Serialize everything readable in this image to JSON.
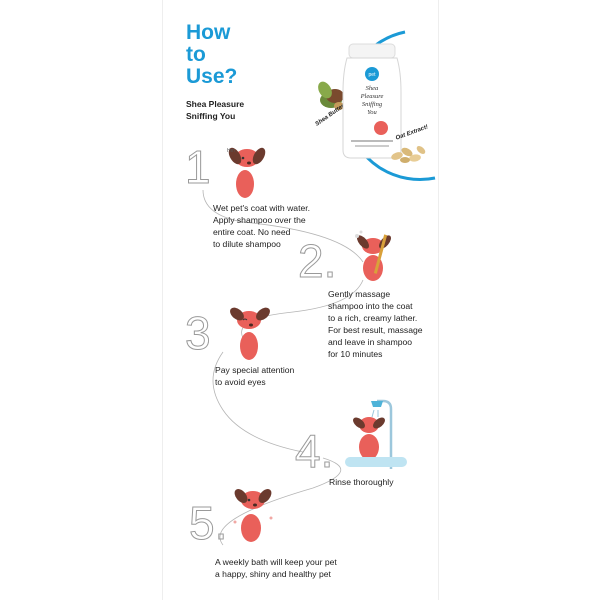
{
  "title": {
    "line1": "How",
    "line2": "to",
    "line3": "Use?"
  },
  "product": {
    "name_line1": "Shea Pleasure",
    "name_line2": "Sniffing You"
  },
  "labels": {
    "shea_butter": "Shea Butter!",
    "oat_extract": "Oat Extract!"
  },
  "steps": [
    {
      "number": "1",
      "lines": [
        "Wet pet's coat with water.",
        "Apply shampoo over the",
        "entire coat. No need",
        "to dilute shampoo"
      ]
    },
    {
      "number": "2.",
      "lines": [
        "Gently massage",
        "shampoo into the coat",
        "to a rich, creamy lather.",
        "For best result, massage",
        "and leave in shampoo",
        "for 10 minutes"
      ]
    },
    {
      "number": "3",
      "lines": [
        "Pay special attention",
        "to avoid eyes"
      ]
    },
    {
      "number": "4.",
      "lines": [
        "Rinse thoroughly"
      ]
    },
    {
      "number": "5.",
      "lines": [
        "A weekly bath will keep your pet",
        "a happy, shiny and healthy pet"
      ]
    }
  ],
  "colors": {
    "accent_blue": "#1b9ad6",
    "dog": "#e9605a",
    "ears": "#6b3a2e",
    "path": "#9a9a9a"
  }
}
